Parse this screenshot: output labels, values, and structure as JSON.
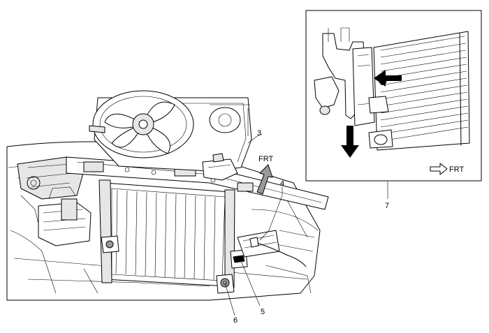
{
  "diagram": {
    "front_label": "FRT",
    "inset_front_label": "FRT",
    "callouts": [
      "3",
      "4",
      "5",
      "6",
      "7"
    ],
    "colors": {
      "line": "#000000",
      "shade": "#9a9a9a",
      "background": "#ffffff"
    }
  }
}
